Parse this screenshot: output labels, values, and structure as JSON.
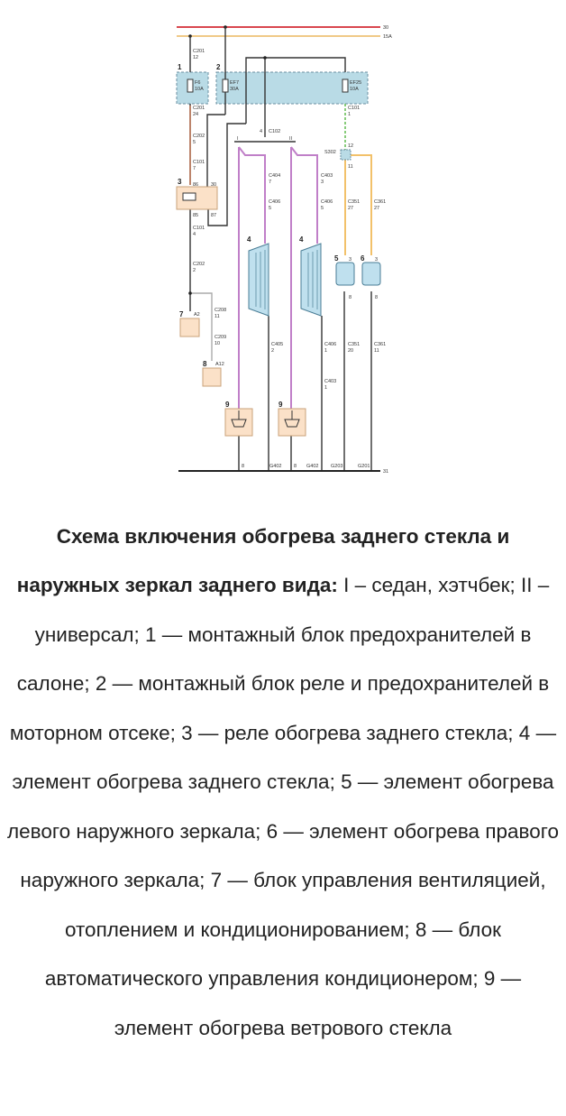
{
  "diagram": {
    "bus_30": "30",
    "bus_15a": "15A",
    "block1_num": "1",
    "block2_num": "2",
    "fuse_f6": "F6",
    "fuse_f6_rating": "10A",
    "fuse_ef7": "EF7",
    "fuse_ef7_rating": "30A",
    "fuse_ef25": "EF25",
    "fuse_ef25_rating": "10A",
    "c201_top": "C201",
    "c201_top_pin": "12",
    "c201_bot": "C201",
    "c201_bot_pin": "24",
    "c202": "C202",
    "c202_pin": "5",
    "c101_top": "C101",
    "c101_top_pin": "7",
    "relay_num": "3",
    "relay_pin_86": "86",
    "relay_pin_30": "30",
    "relay_pin_85": "85",
    "relay_pin_87": "87",
    "c101_bot": "C101",
    "c101_bot_pin": "4",
    "c202_bot": "C202",
    "c202_bot_pin": "2",
    "c102": "C102",
    "c102_pin": "4",
    "variant_1": "I",
    "variant_2": "II",
    "c101_r": "C101",
    "c101_r_pin": "1",
    "s302": "S302",
    "s302_pin_top": "12",
    "s302_pin_bot": "11",
    "c404": "C404",
    "c404_pin": "7",
    "c406_a": "C406",
    "c406_a_pin": "5",
    "c403_top": "C403",
    "c403_top_pin": "3",
    "c406_b": "C406",
    "c406_b_pin": "5",
    "c351_a": "C351",
    "c351_a_pin": "27",
    "c361_a": "C361",
    "c361_a_pin": "27",
    "heater_num": "4",
    "mirror_left_num": "5",
    "mirror_right_num": "6",
    "mirror_pin_top": "3",
    "mirror_pin_bot": "8",
    "unit7_num": "7",
    "unit7_pin": "A2",
    "c208": "C208",
    "c208_pin": "11",
    "c209": "C209",
    "c209_pin": "10",
    "unit8_num": "8",
    "unit8_pin": "A12",
    "c405": "C405",
    "c405_pin": "2",
    "c406_c": "C406",
    "c406_c_pin": "1",
    "c403_bot": "C403",
    "c403_bot_pin": "1",
    "c351_b": "C351",
    "c351_b_pin": "20",
    "c361_b": "C361",
    "c361_b_pin": "11",
    "ws_num": "9",
    "g_8a": "8",
    "g402a": "G402",
    "g_8b": "8",
    "g402b": "G402",
    "g203": "G203",
    "g201": "G201",
    "bus_31": "31"
  },
  "caption": {
    "title": "Схема включения обогрева заднего стекла и наружных зеркал заднего вида:",
    "body": " I – седан, хэтчбек; II – универсал; 1 — монтажный блок предохранителей в салоне; 2 — монтажный блок реле и предохранителей в моторном отсеке; 3 — реле обогрева заднего стекла; 4 — элемент обогрева заднего стекла; 5 — элемент обогрева левого наружного зеркала; 6 — элемент обогрева правого наружного зеркала; 7 — блок управления вентиляцией, отоплением и кондиционированием; 8 — блок автоматического управления кондиционером; 9 — элемент обогрева ветрового стекла"
  },
  "colors": {
    "red_bus": "#d9474f",
    "yellow_bus": "#f0c987",
    "purple": "#c07fc8",
    "orange_wire": "#f2c16a",
    "block_fill": "#b9dbe6",
    "box_fill": "#fbe1c8",
    "heater_fill": "#bfe0ee"
  }
}
